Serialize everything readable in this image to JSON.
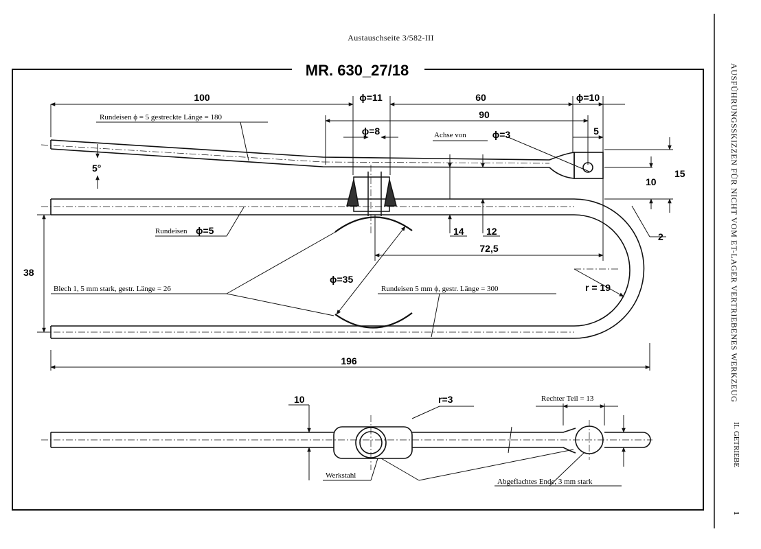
{
  "header": {
    "exchange_page": "Austauschseite 3/582-III"
  },
  "title": "MR. 630_27/18",
  "side": {
    "vertical_title": "AUSFÜHRUNGSSKIZZEN FÜR NICHT VOM ET-LAGER VERTRIEBENES WERKZEUG",
    "section": "II. GETRIEBE",
    "page_number": "1"
  },
  "dimensions": {
    "d100": "100",
    "phi11": "ϕ=11",
    "d60": "60",
    "phi10": "ϕ=10",
    "d90": "90",
    "phi8": "ϕ=8",
    "d5": "5",
    "phi3": "ϕ=3",
    "d15": "15",
    "d10a": "10",
    "angle5": "5°",
    "d14": "14",
    "d12": "12",
    "d2": "2",
    "d72_5": "72,5",
    "d38": "38",
    "phi35": "ϕ=35",
    "r19": "r = 19",
    "d196": "196",
    "d10b": "10",
    "r3": "r=3",
    "phi5": "ϕ=5"
  },
  "notes": {
    "rod_top": "Rundeisen ϕ = 5 gestreckte Länge = 180",
    "axle": "Achse von",
    "rod_left_prefix": "Rundeisen",
    "sheet_metal": "Blech 1, 5 mm stark, gestr. Länge = 26",
    "rod_bottom": "Rundeisen 5 mm ϕ, gestr. Länge = 300",
    "right_part": "Rechter Teil = 13",
    "tool_steel": "Werkstahl",
    "flattened_end": "Abgeflachtes Ende, 3 mm stark"
  }
}
